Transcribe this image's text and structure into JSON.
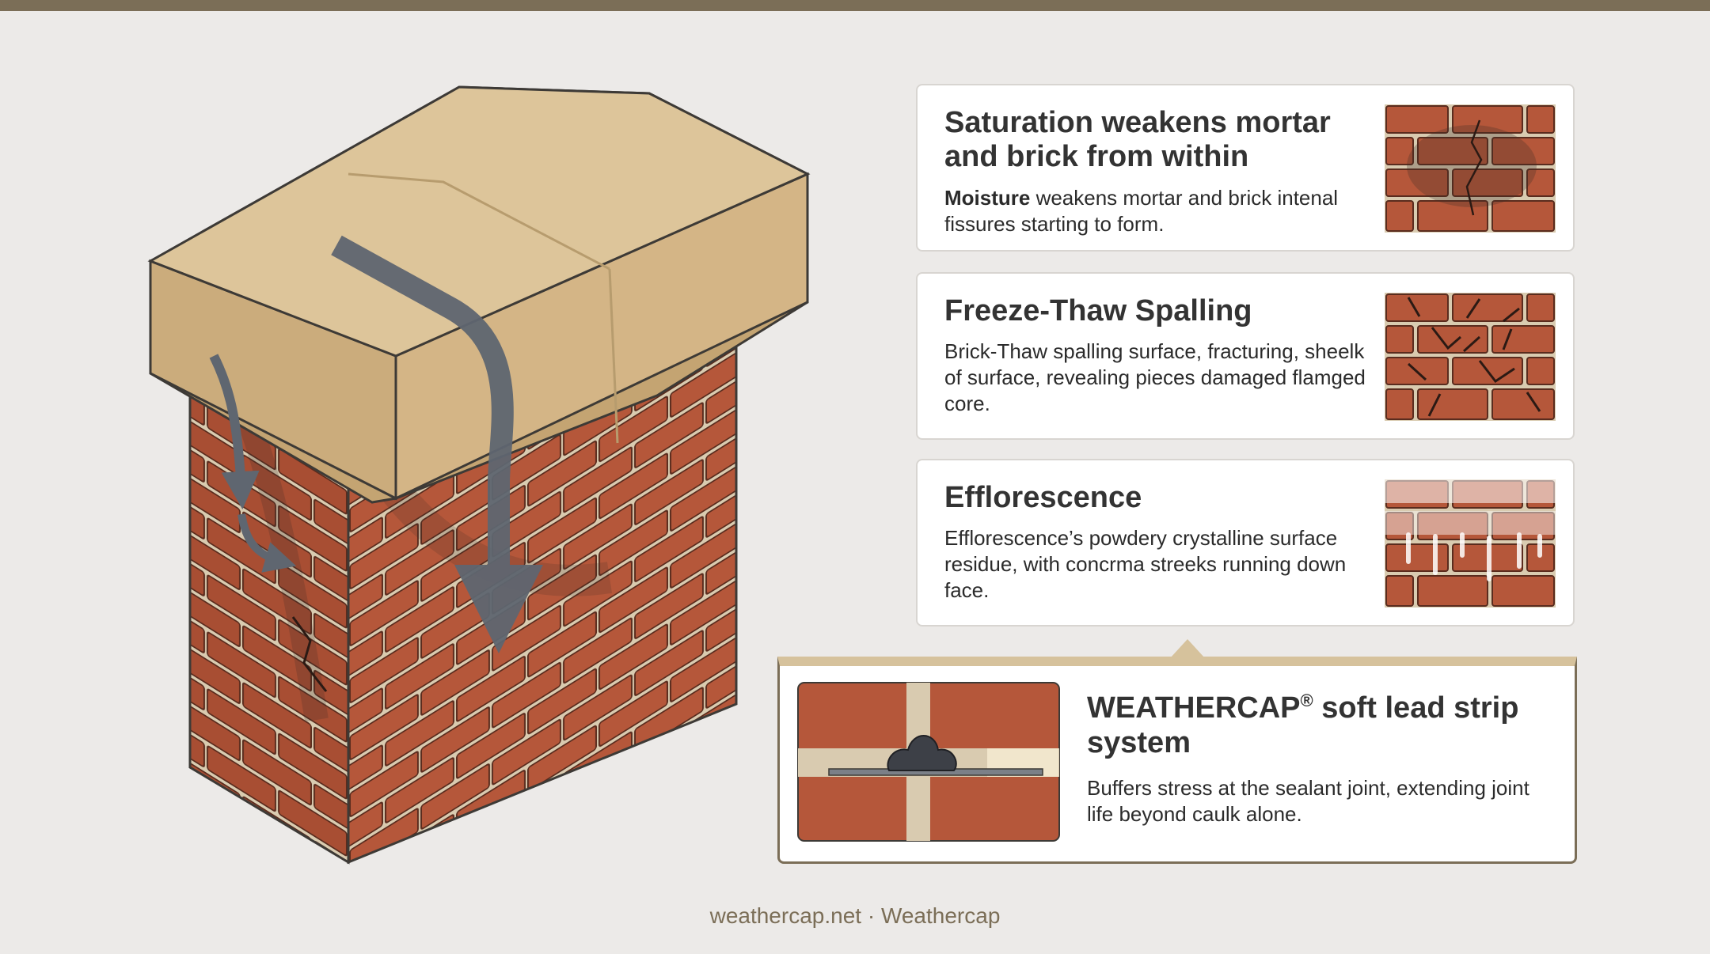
{
  "colors": {
    "header_bar": "#7b6e57",
    "background": "#eceae8",
    "brick": "#b5573a",
    "mortar": "#d9cbb0",
    "coping_stone": "#d8bd8f",
    "flow_arrow": "#5f6670",
    "accent_tan": "#d6c29c"
  },
  "cards": [
    {
      "title": "Saturation weakens mortar and brick from within",
      "text_bold": "Moisture",
      "text": " weakens mortar and brick intenal fissures starting to form.",
      "thumbnail": "saturated-brick-icon"
    },
    {
      "title": "Freeze-Thaw Spalling",
      "text": "Brick-Thaw spalling surface, fracturing, sheelk of surface, revealing pieces damaged flamged core.",
      "thumbnail": "spalled-brick-icon"
    },
    {
      "title": "Efflorescence",
      "text": "Efflorescence’s powdery crystalline surface residue, with concrma streeks running down face.",
      "thumbnail": "efflorescence-brick-icon"
    }
  ],
  "featured": {
    "title": "WEATHERCAP",
    "title_mark": "®",
    "title_rest": " soft lead strip system",
    "text": "Buffers stress at the sealant joint, extending joint life beyond caulk alone.",
    "thumbnail": "lead-strip-joint-icon"
  },
  "footer": {
    "text": "weathercap.net · Weathercap"
  }
}
